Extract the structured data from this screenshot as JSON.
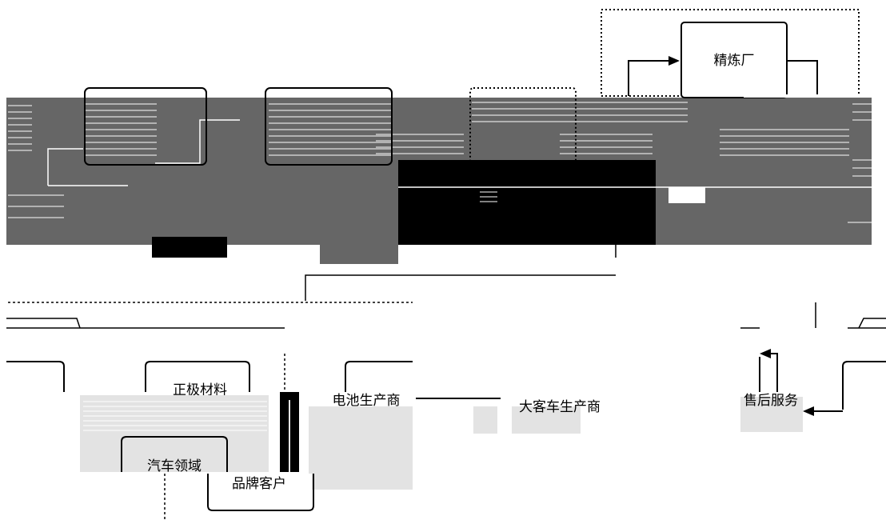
{
  "diagram": {
    "nodes": {
      "refinery": "精炼厂",
      "cathode_material": "正极材料",
      "cell_maker": "电池生产商",
      "bus_maker": "大客车生产商",
      "after_sales": "售后服务",
      "auto_sector": "汽车领域",
      "brand_customer": "品牌客户"
    },
    "colors": {
      "line": "#000000",
      "box_fill": "#ffffff",
      "dark_fill": "#666666",
      "glitch_fill": "#000000",
      "light_fill": "#e3e3e3"
    }
  }
}
